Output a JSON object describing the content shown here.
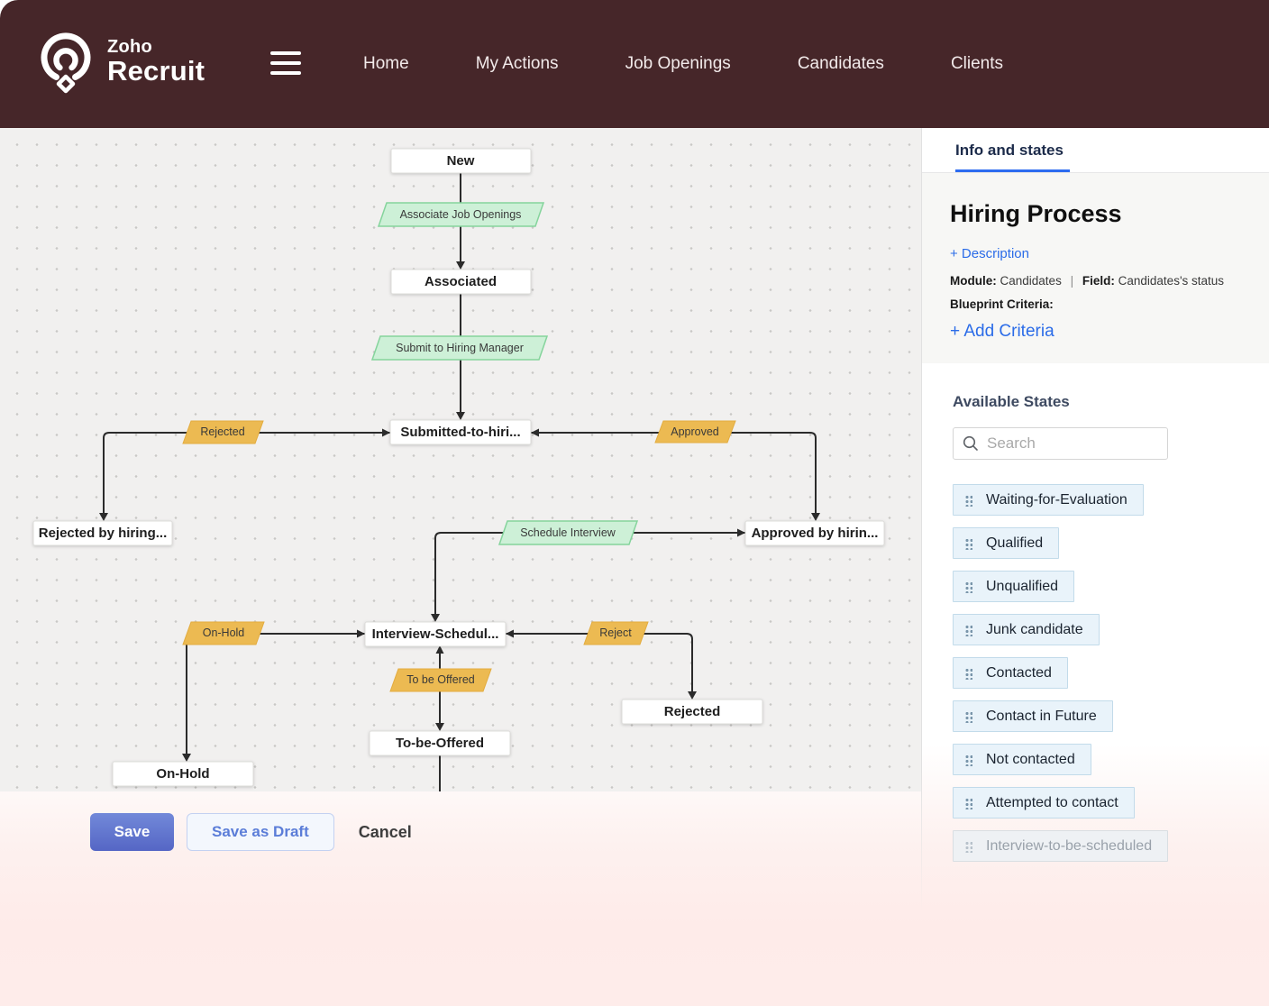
{
  "header": {
    "logo": {
      "top": "Zoho",
      "bottom": "Recruit"
    },
    "nav": {
      "items": [
        "Home",
        "My Actions",
        "Job Openings",
        "Candidates",
        "Clients"
      ]
    }
  },
  "panel": {
    "tab": "Info and states",
    "title": "Hiring Process",
    "description_link": "+ Description",
    "module_label": "Module:",
    "module_value": "Candidates",
    "separator": "|",
    "field_label": "Field:",
    "field_value": "Candidates's status",
    "criteria_label": "Blueprint Criteria:",
    "add_criteria_link": "+ Add Criteria",
    "available_states_title": "Available States",
    "search_placeholder": "Search",
    "states": [
      {
        "label": "Waiting-for-Evaluation",
        "disabled": false
      },
      {
        "label": "Qualified",
        "disabled": false
      },
      {
        "label": "Unqualified",
        "disabled": false
      },
      {
        "label": "Junk candidate",
        "disabled": false
      },
      {
        "label": "Contacted",
        "disabled": false
      },
      {
        "label": "Contact in Future",
        "disabled": false
      },
      {
        "label": "Not contacted",
        "disabled": false
      },
      {
        "label": "Attempted to contact",
        "disabled": false
      },
      {
        "label": "Interview-to-be-scheduled",
        "disabled": true
      }
    ]
  },
  "footer": {
    "save": "Save",
    "save_draft": "Save as Draft",
    "cancel": "Cancel"
  },
  "flowchart": {
    "nodes": {
      "new": "New",
      "associated": "Associated",
      "submitted": "Submitted-to-hiri...",
      "rejected_by": "Rejected by hiring...",
      "approved_by": "Approved by hirin...",
      "interview_scheduled": "Interview-Schedul...",
      "rejected": "Rejected",
      "to_be_offered": "To-be-Offered",
      "on_hold": "On-Hold"
    },
    "transitions": {
      "associate_job_openings": "Associate Job Openings",
      "submit_to_hiring_manager": "Submit to Hiring Manager",
      "rejected": "Rejected",
      "approved": "Approved",
      "schedule_interview": "Schedule Interview",
      "reject": "Reject",
      "on_hold": "On-Hold",
      "to_be_offered": "To be Offered"
    }
  },
  "colors": {
    "header_bg": "#462629",
    "accent_blue": "#2b6ce8",
    "tab_underline": "#2d6cf0",
    "transition_green": "#cdf0d7",
    "transition_orange": "#ecba52",
    "chip_bg": "#e9f3fa",
    "save_button": "#5f74cc",
    "page_fade_pink": "#feecea"
  }
}
